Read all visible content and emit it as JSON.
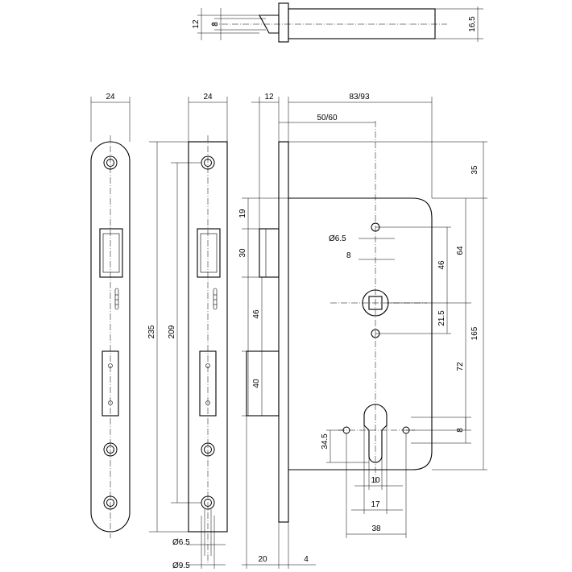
{
  "colors": {
    "line": "#000000",
    "background": "#ffffff"
  },
  "top_view": {
    "dim_12": "12",
    "dim_8": "8",
    "dim_16_5": "16,5"
  },
  "faceplate_front": {
    "dim_width": "24"
  },
  "faceplate_back": {
    "dim_width": "24",
    "dim_235": "235",
    "dim_209": "209",
    "dim_hole_small": "Ø6.5",
    "dim_hole_large": "Ø9.5"
  },
  "side_view": {
    "dim_12": "12",
    "dim_19": "19",
    "dim_30": "30",
    "dim_46": "46",
    "dim_40": "40",
    "dim_20": "20",
    "dim_4": "4"
  },
  "lock_body": {
    "dim_83_93": "83/93",
    "dim_50_60": "50/60",
    "dim_35": "35",
    "dim_hole": "Ø6.5",
    "dim_8_square": "8",
    "dim_46": "46",
    "dim_64": "64",
    "dim_21_5": "21.5",
    "dim_165": "165",
    "dim_72": "72",
    "dim_34_5": "34.5",
    "dim_8_cyl": "8",
    "dim_10": "10",
    "dim_17": "17",
    "dim_38": "38"
  }
}
